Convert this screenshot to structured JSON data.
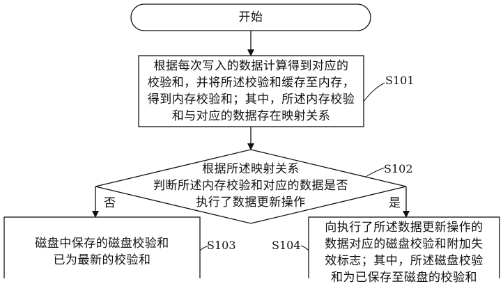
{
  "start": {
    "label": "开始"
  },
  "step_s101": {
    "id": "S101",
    "lines": [
      "根据每次写入的数据计算得到对应的",
      "校验和，并将所述校验和缓存至内存，",
      "得到内存校验和；其中，所述内存校验",
      "和与对应的数据存在映射关系"
    ]
  },
  "step_s102": {
    "id": "S102",
    "lines": [
      "根据所述映射关系",
      "判断所述内存校验和对应的数据是否",
      "执行了数据更新操作"
    ]
  },
  "branch": {
    "no": "否",
    "yes": "是"
  },
  "step_s103": {
    "id": "S103",
    "lines": [
      "磁盘中保存的磁盘校验和",
      "已为最新的校验和"
    ]
  },
  "step_s104": {
    "id": "S104",
    "lines": [
      "向执行了所述数据更新操作的",
      "数据对应的磁盘校验和附加失",
      "效标志；其中，所述磁盘校验",
      "和为已保存至磁盘的校验和"
    ]
  }
}
